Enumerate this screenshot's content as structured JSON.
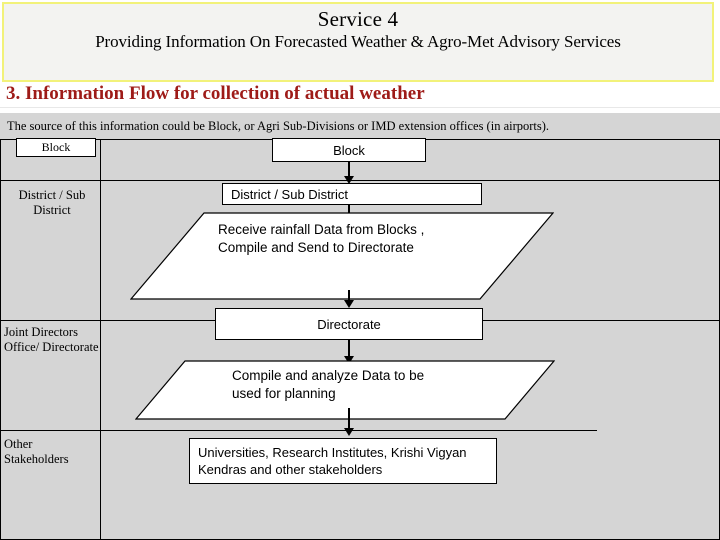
{
  "title": {
    "main": "Service 4",
    "subtitle": "Providing Information On Forecasted Weather & Agro-Met Advisory Services"
  },
  "section": {
    "heading": "3. Information Flow for collection of actual weather"
  },
  "source_note": "The source of this information could be Block, or Agri Sub-Divisions or IMD extension offices (in airports).",
  "stage_labels": [
    {
      "name": "block",
      "text": "Block"
    },
    {
      "name": "district",
      "text": "District / Sub District"
    },
    {
      "name": "joint-directors",
      "text": "Joint Directors Office/ Directorate"
    },
    {
      "name": "other-stakeholders",
      "text": "Other Stakeholders"
    }
  ],
  "flow": {
    "block_box": "Block",
    "district_box": "District / Sub District",
    "process_receive": "Receive rainfall Data from   Blocks ,\nCompile and Send to Directorate",
    "directorate_box": "Directorate",
    "process_compile": "Compile and analyze  Data to be\nused for planning",
    "stakeholders_box": "Universities, Research Institutes, Krishi Vigyan Kendras and other stakeholders"
  },
  "colors": {
    "heading": "#9e1b18",
    "title_border": "#f2f27a",
    "table_bg": "#d5d5d5",
    "shape_fill": "#ffffff",
    "shape_stroke": "#000000"
  }
}
